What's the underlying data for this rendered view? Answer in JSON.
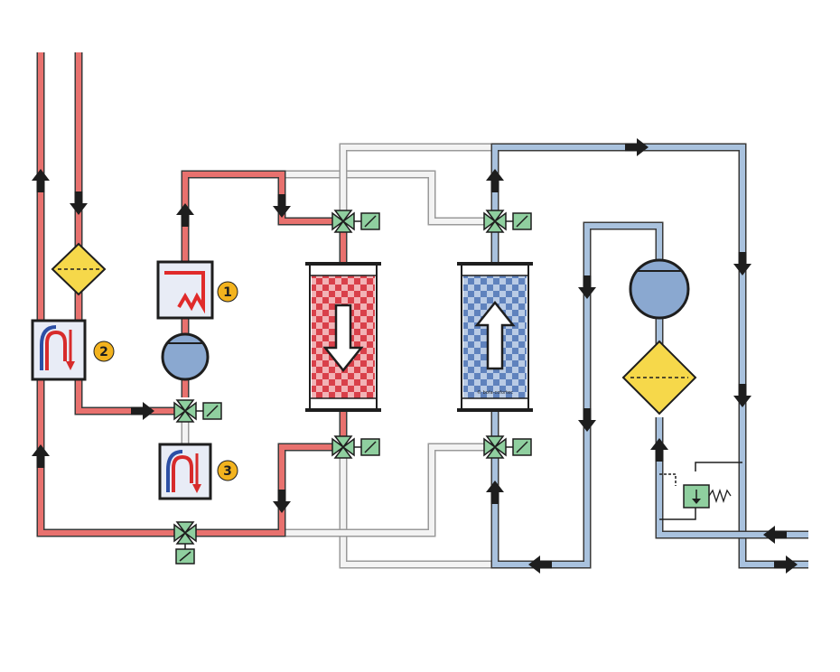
{
  "diagram": {
    "badges": [
      {
        "id": "heater",
        "number": "1"
      },
      {
        "id": "heat-exchanger-left",
        "number": "2"
      },
      {
        "id": "heat-exchanger-bottom",
        "number": "3"
      }
    ],
    "watermark": "© bofa-cofortec",
    "colors": {
      "hot_pipe": "#e8716e",
      "cold_pipe": "#a9c2de",
      "neutral_pipe": "#f3f3f3",
      "valve": "#8fcf9f",
      "filter": "#f6d84a",
      "pump": "#8aa8d0",
      "heater_element": "#e02a2a",
      "badge": "#f3b31e",
      "adsorber_hot": "#d9404a",
      "adsorber_cold": "#5f82bd"
    },
    "icons": [
      "flow-arrow-icon",
      "three-way-valve-icon",
      "pump-icon",
      "filter-icon",
      "heater-icon",
      "heat-exchanger-icon",
      "pressure-relief-valve-icon"
    ]
  }
}
